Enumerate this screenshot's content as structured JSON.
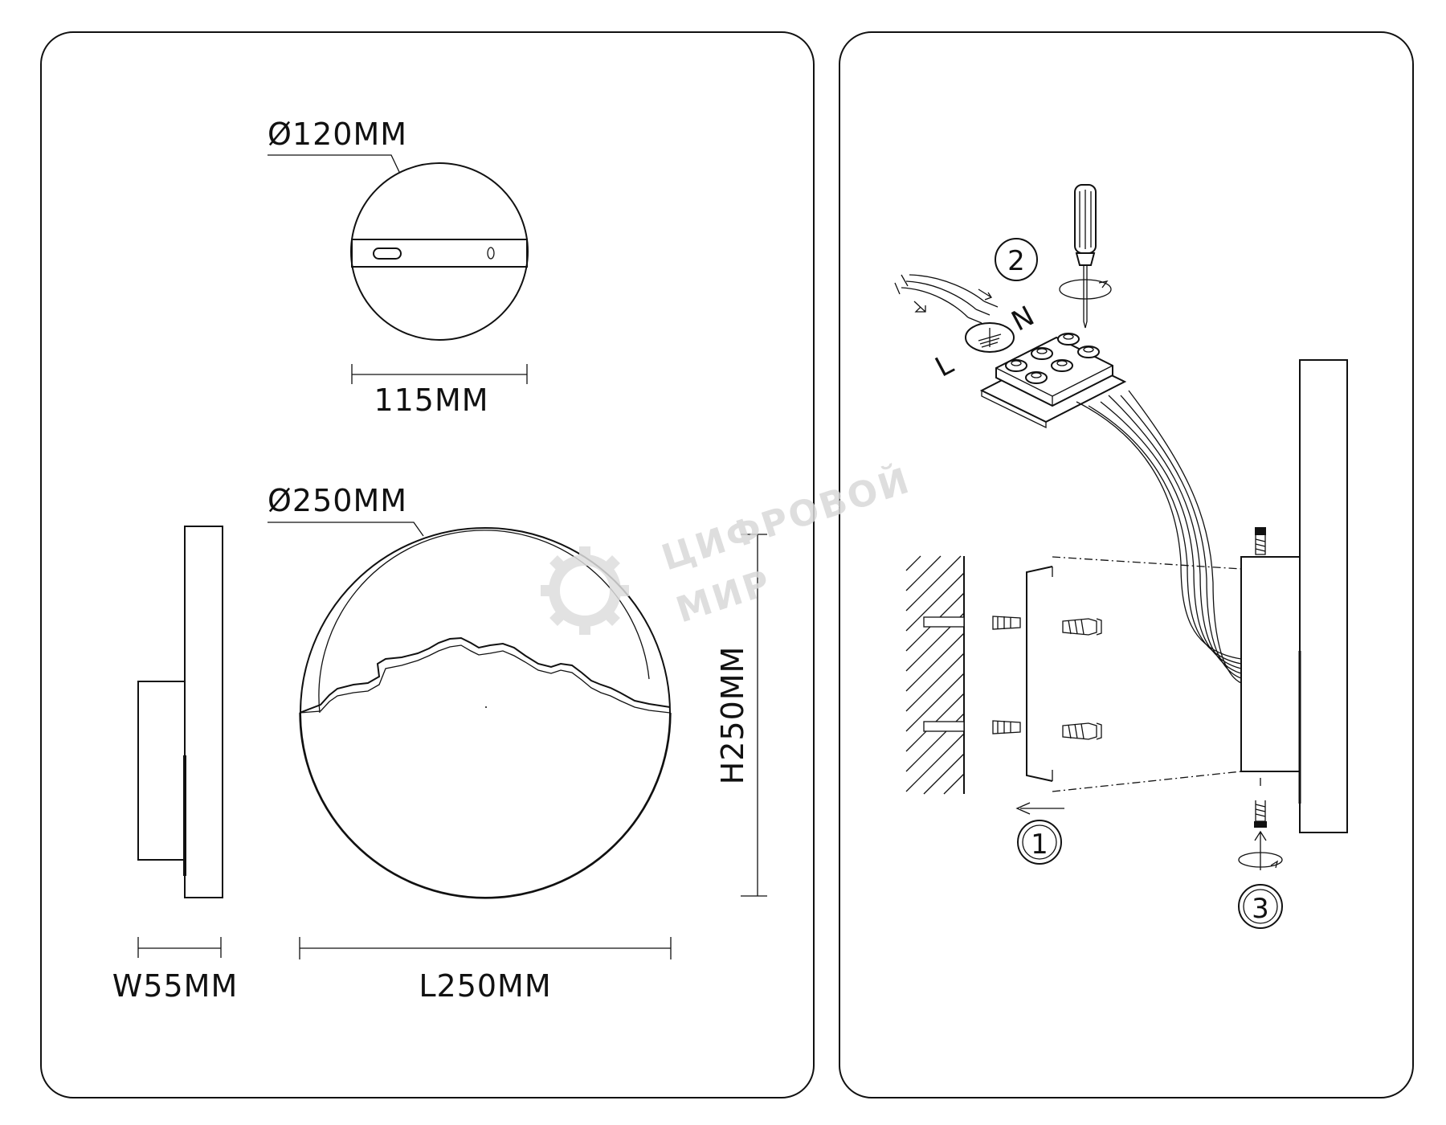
{
  "left_panel": {
    "mount_plate_diameter": "Ø120MM",
    "mount_plate_width": "115MM",
    "lamp_diameter": "Ø250MM",
    "depth_dim": "W55MM",
    "length_dim": "L250MM",
    "height_dim": "H250MM"
  },
  "right_panel": {
    "step_1": "1",
    "step_2": "2",
    "step_3": "3",
    "terminal_labels": [
      "L",
      "N"
    ]
  },
  "watermark": {
    "line_1": "ЦИФРОВОЙ",
    "line_2": "МИР"
  },
  "colors": {
    "line": "#111111",
    "background": "#ffffff",
    "watermark": "#d9d9d9"
  }
}
